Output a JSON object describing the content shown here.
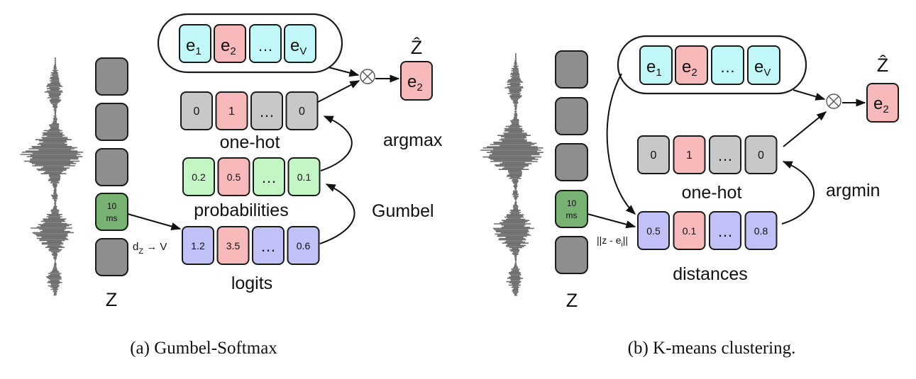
{
  "colors": {
    "cyan": "#c2f7f7",
    "red": "#f7b9b9",
    "gray_cell": "#c8c8c8",
    "green_cell": "#c4f5c4",
    "blue_cell": "#c1c1f7",
    "z_gray": "#8e8e8e",
    "z_green": "#77b273",
    "wave": "#6d6d6d"
  },
  "panel_a": {
    "caption": "(a) Gumbel-Softmax",
    "z_label": "Z",
    "frame_label_line1": "10",
    "frame_label_line2": "ms",
    "projection_label": "d",
    "projection_sub": "Z",
    "projection_rest": " → V",
    "codebook": [
      {
        "base": "e",
        "sub": "1",
        "color": "cyan"
      },
      {
        "base": "e",
        "sub": "2",
        "color": "red"
      },
      {
        "base": "…",
        "sub": "",
        "color": "cyan"
      },
      {
        "base": "e",
        "sub": "V",
        "color": "cyan"
      }
    ],
    "output_label": "Ẑ",
    "output_cell": {
      "base": "e",
      "sub": "2"
    },
    "otimes": "⊗",
    "one_hot": {
      "label": "one-hot",
      "cells": [
        "0",
        "1",
        "…",
        "0"
      ]
    },
    "probabilities": {
      "label": "probabilities",
      "cells": [
        "0.2",
        "0.5",
        "…",
        "0.1"
      ]
    },
    "logits": {
      "label": "logits",
      "cells": [
        "1.2",
        "3.5",
        "…",
        "0.6"
      ]
    },
    "arrow_label_top": "argmax",
    "arrow_label_bottom": "Gumbel"
  },
  "panel_b": {
    "caption": "(b) K-means clustering.",
    "z_label": "Z",
    "frame_label_line1": "10",
    "frame_label_line2": "ms",
    "distance_label_pre": "||z - e",
    "distance_label_sub": "i",
    "distance_label_post": "||",
    "codebook": [
      {
        "base": "e",
        "sub": "1",
        "color": "cyan"
      },
      {
        "base": "e",
        "sub": "2",
        "color": "red"
      },
      {
        "base": "…",
        "sub": "",
        "color": "cyan"
      },
      {
        "base": "e",
        "sub": "V",
        "color": "cyan"
      }
    ],
    "output_label": "Ẑ",
    "output_cell": {
      "base": "e",
      "sub": "2"
    },
    "otimes": "⊗",
    "one_hot": {
      "label": "one-hot",
      "cells": [
        "0",
        "1",
        "…",
        "0"
      ]
    },
    "distances": {
      "label": "distances",
      "cells": [
        "0.5",
        "0.1",
        "…",
        "0.8"
      ]
    },
    "arrow_label": "argmin"
  }
}
